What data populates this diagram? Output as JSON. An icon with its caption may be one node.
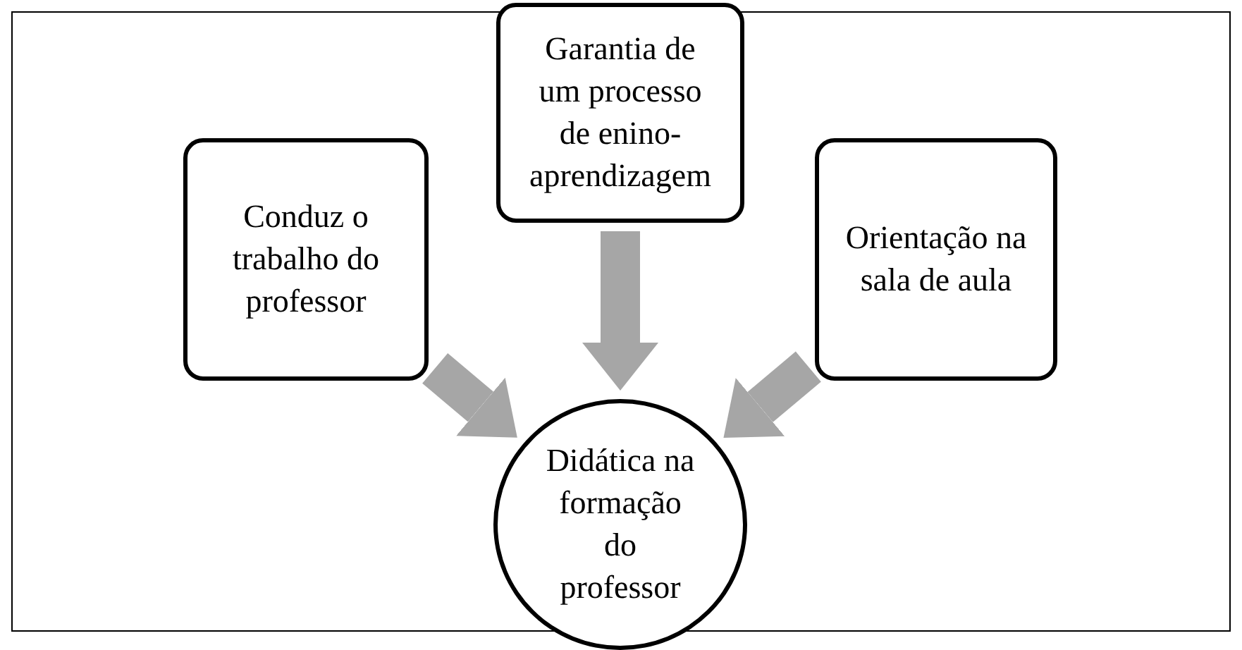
{
  "diagram": {
    "nodes": [
      {
        "text": [
          "Garantia de um processo de enino-aprendizagem"
        ]
      },
      {
        "text": [
          "Conduz o trabalho do professor"
        ]
      },
      {
        "text": [
          "Orientação na sala de aula"
        ]
      },
      {
        "text": [
          "Didática na formação do professor"
        ]
      }
    ],
    "edges": [
      {
        "from": 0,
        "to": 3,
        "arrow": "to"
      },
      {
        "from": 1,
        "to": 3,
        "arrow": "to"
      },
      {
        "from": 2,
        "to": 3,
        "arrow": "to"
      }
    ]
  }
}
